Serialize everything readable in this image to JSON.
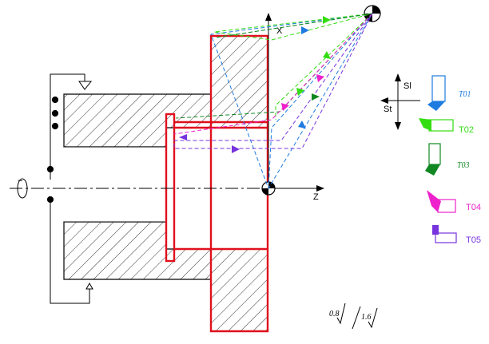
{
  "axes": {
    "x_label": "X",
    "z_label": "Z"
  },
  "directions": {
    "sl": "Sl",
    "st": "St"
  },
  "tools": [
    {
      "id": "T01",
      "color": "#1e7be0"
    },
    {
      "id": "T02",
      "color": "#33dd11"
    },
    {
      "id": "T03",
      "color": "#118822"
    },
    {
      "id": "T04",
      "color": "#ee22cc"
    },
    {
      "id": "T05",
      "color": "#7733dd"
    }
  ],
  "roughness": {
    "first": "0.8",
    "second": "1.6"
  },
  "spindle_symbol": "~",
  "colors": {
    "part_outline": "#000000",
    "finish_contour": "#e0101c",
    "hatch": "#000000"
  }
}
